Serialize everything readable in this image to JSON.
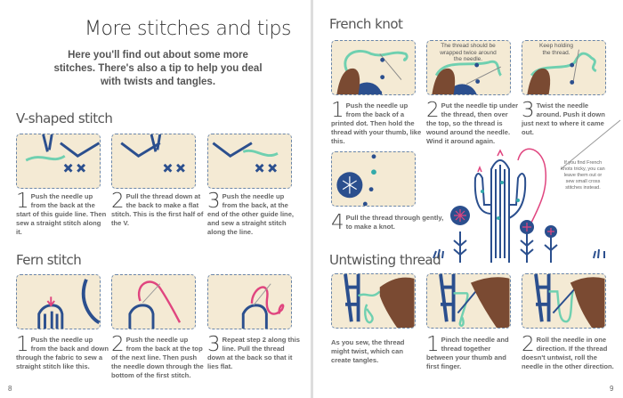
{
  "left_page": {
    "title": "More stitches and tips",
    "intro": "Here you'll find out about some more stitches. There's also a tip to help you deal with twists and tangles.",
    "page_number": "8",
    "sections": [
      {
        "heading": "V-shaped stitch",
        "steps": [
          {
            "num": "1",
            "text": "Push the needle up from the back at the start of this guide line. Then sew a straight stitch along it."
          },
          {
            "num": "2",
            "text": "Pull the thread down at the back to make a flat stitch. This is the first half of the V."
          },
          {
            "num": "3",
            "text": "Push the needle up from the back, at the end of the other guide line, and sew a straight stitch along the line."
          }
        ]
      },
      {
        "heading": "Fern stitch",
        "steps": [
          {
            "num": "1",
            "text": "Push the needle up from the back and down through the fabric to sew a straight stitch like this."
          },
          {
            "num": "2",
            "text": "Push the needle up from the back at the top of the next line. Then push the needle down through the bottom of the first stitch."
          },
          {
            "num": "3",
            "text": "Repeat step 2 along this line. Pull the thread down at the back so that it lies flat."
          }
        ]
      }
    ]
  },
  "right_page": {
    "page_number": "9",
    "french_knot": {
      "heading": "French knot",
      "callouts": [
        "The thread should be wrapped twice around the needle.",
        "Keep holding the thread."
      ],
      "steps": [
        {
          "num": "1",
          "text": "Push the needle up from the back of a printed dot. Then hold the thread with your thumb, like this."
        },
        {
          "num": "2",
          "text": "Put the needle tip under the thread, then over the top, so the thread is wound around the needle. Wind it around again."
        },
        {
          "num": "3",
          "text": "Twist the needle around. Push it down just next to where it came out."
        },
        {
          "num": "4",
          "text": "Pull the thread through gently, to make a knot."
        }
      ],
      "tip": "If you find French knots tricky, you can leave them out or sew small cross stitches instead."
    },
    "untwisting": {
      "heading": "Untwisting thread",
      "intro": "As you sew, the thread might twist, which can create tangles.",
      "steps": [
        {
          "num": "1",
          "text": "Pinch the needle and thread together between your thumb and first finger."
        },
        {
          "num": "2",
          "text": "Roll the needle in one direction. If the thread doesn't untwist, roll the needle in the other direction."
        }
      ]
    }
  },
  "colors": {
    "fabric": "#f4ead4",
    "navy": "#2b4f8e",
    "mint": "#6fd0b0",
    "pink": "#e0457f",
    "skin": "#7a4a32"
  }
}
